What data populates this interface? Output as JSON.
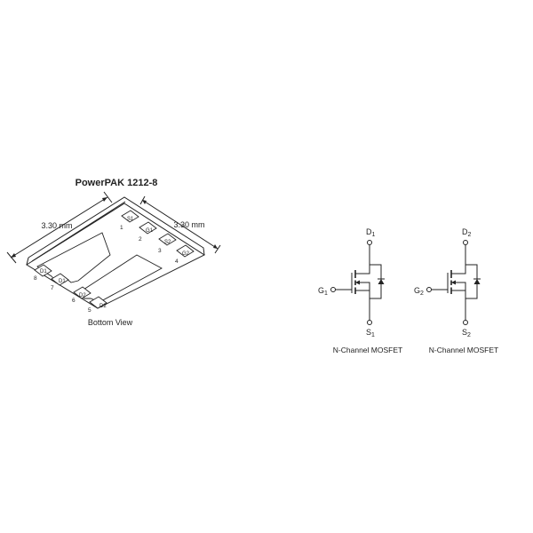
{
  "package": {
    "title": "PowerPAK 1212-8",
    "dim_left": "3.30 mm",
    "dim_right": "3.30 mm",
    "view_label": "Bottom View",
    "pins": [
      {
        "num": "1",
        "pad": "S1"
      },
      {
        "num": "2",
        "pad": "G1"
      },
      {
        "num": "3",
        "pad": "S2"
      },
      {
        "num": "4",
        "pad": "G2"
      },
      {
        "num": "5",
        "pad": "D2"
      },
      {
        "num": "6",
        "pad": "D2"
      },
      {
        "num": "7",
        "pad": "D1"
      },
      {
        "num": "8",
        "pad": "D1"
      }
    ]
  },
  "mosfets": [
    {
      "drain": "D",
      "drain_sub": "1",
      "gate": "G",
      "gate_sub": "1",
      "source": "S",
      "source_sub": "1",
      "caption": "N-Channel MOSFET"
    },
    {
      "drain": "D",
      "drain_sub": "2",
      "gate": "G",
      "gate_sub": "2",
      "source": "S",
      "source_sub": "2",
      "caption": "N-Channel MOSFET"
    }
  ]
}
